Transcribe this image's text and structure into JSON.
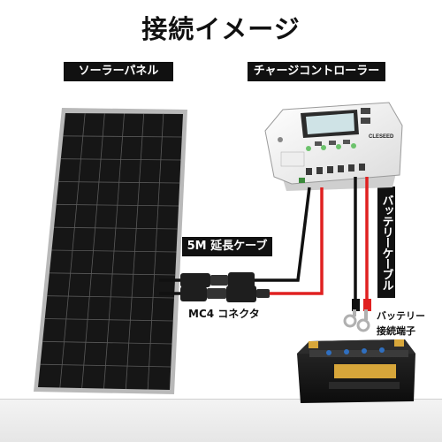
{
  "title": "接続イメージ",
  "labels": {
    "solar_panel": "ソーラーパネル",
    "charge_controller": "チャージコントローラー",
    "extension_cable": "5M 延長ケーブル",
    "mc4_connector": "MC4 コネクタ",
    "battery_cable": "バッテリーケーブル",
    "battery_terminal_line1": "バッテリー",
    "battery_terminal_line2": "接続端子"
  },
  "controller_brand": "CLESEED",
  "colors": {
    "positive_wire": "#e02020",
    "negative_wire": "#111111",
    "battery_terminal_gold": "#d7a63a",
    "battery_cap_blue": "#2f6fc0",
    "panel_frame": "#b9b9b9",
    "panel_cell": "#161616",
    "label_background": "#111111"
  }
}
